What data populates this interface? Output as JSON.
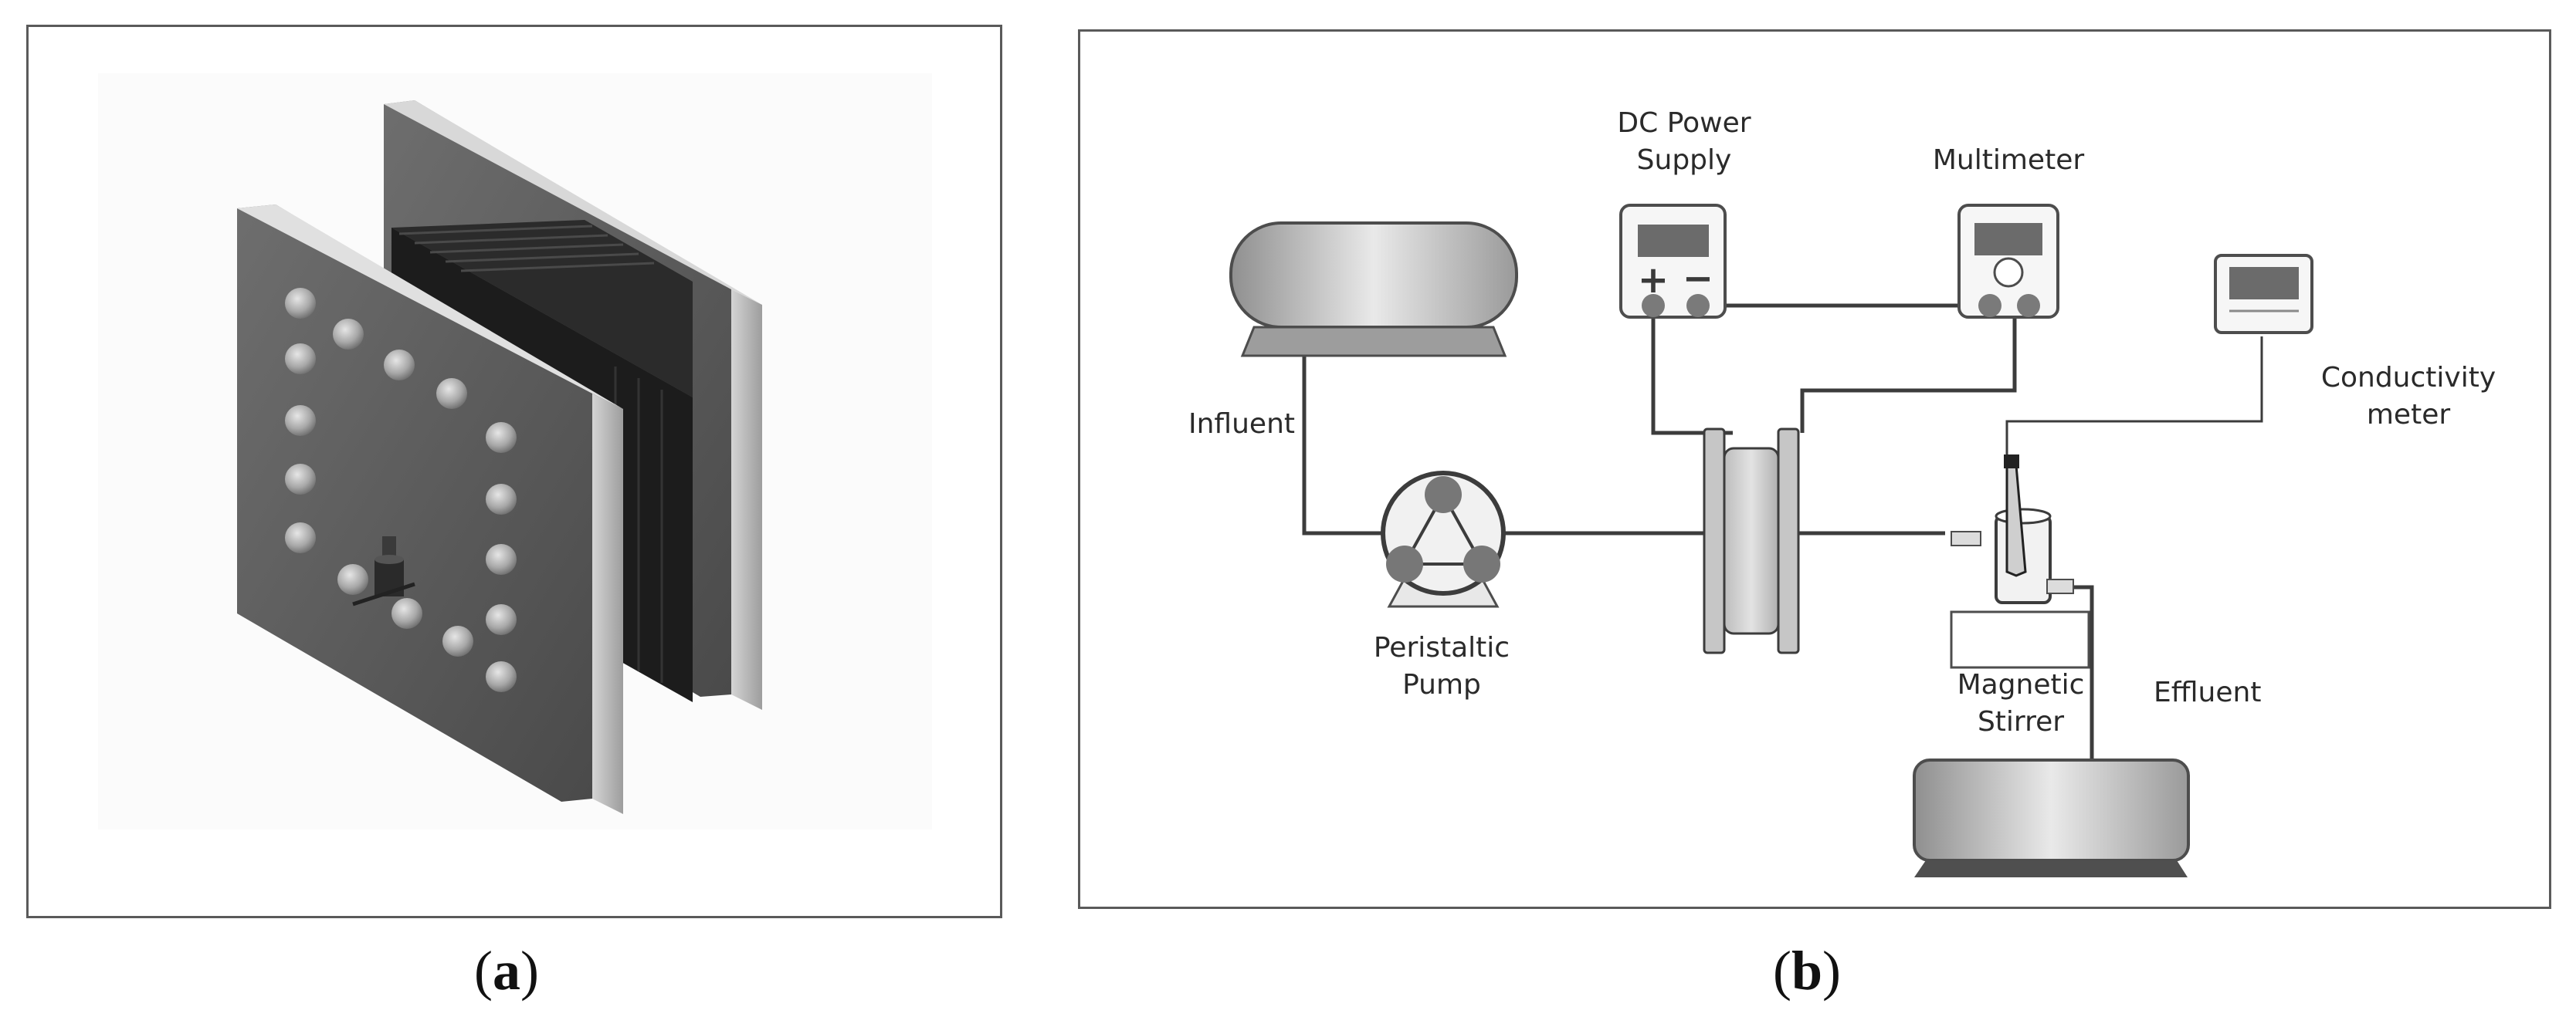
{
  "captions": {
    "a": {
      "open": "(",
      "letter": "a",
      "close": ")"
    },
    "b": {
      "open": "(",
      "letter": "b",
      "close": ")"
    }
  },
  "labels": {
    "dc_power_supply": [
      "DC Power",
      "Supply"
    ],
    "multimeter": "Multimeter",
    "conductivity_meter": [
      "Conductivity",
      "meter"
    ],
    "influent": "Influent",
    "peristaltic_pump": [
      "Peristaltic",
      "Pump"
    ],
    "magnetic_stirrer": [
      "Magnetic",
      "Stirrer"
    ],
    "effluent": "Effluent"
  },
  "symbols": {
    "plus": "+",
    "minus": "−"
  },
  "colors": {
    "plate": "#5f5f5f",
    "plate_edge": "#b9b9b9",
    "membrane_stack": "#1c1c1c",
    "line": "#3c3c3c",
    "device_fill": "#f4f4f4",
    "display": "#6b6b6b",
    "terminal": "#7a7a7a"
  }
}
